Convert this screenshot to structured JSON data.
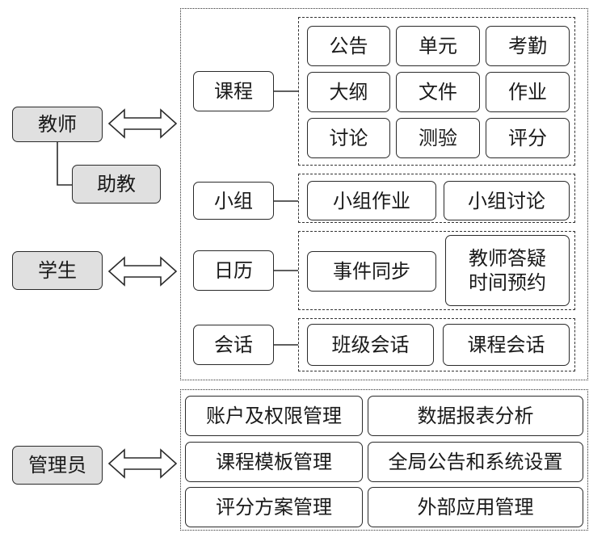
{
  "roles": {
    "teacher": "教师",
    "assistant": "助教",
    "student": "学生",
    "admin": "管理员"
  },
  "course": {
    "label": "课程",
    "items": [
      "公告",
      "单元",
      "考勤",
      "大纲",
      "文件",
      "作业",
      "讨论",
      "测验",
      "评分"
    ]
  },
  "group": {
    "label": "小组",
    "items": [
      "小组作业",
      "小组讨论"
    ]
  },
  "calendar": {
    "label": "日历",
    "items": [
      "事件同步",
      "教师答疑\n时间预约"
    ]
  },
  "session": {
    "label": "会话",
    "items": [
      "班级会话",
      "课程会话"
    ]
  },
  "admin_functions": [
    "账户及权限管理",
    "数据报表分析",
    "课程模板管理",
    "全局公告和系统设置",
    "评分方案管理",
    "外部应用管理"
  ]
}
